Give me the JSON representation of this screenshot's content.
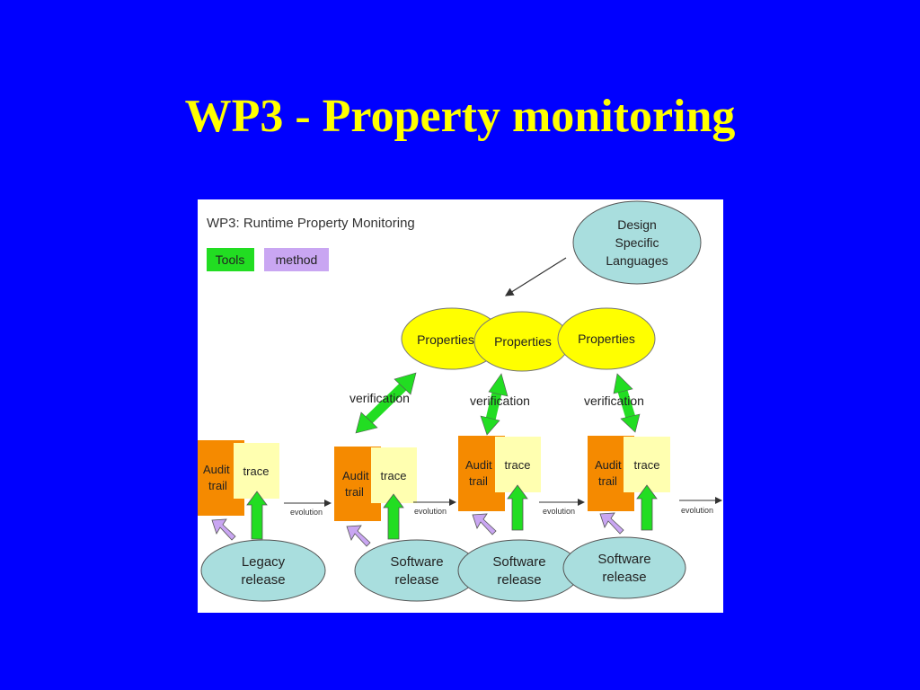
{
  "slide": {
    "title": "WP3 - Property monitoring"
  },
  "diagram": {
    "title": "WP3: Runtime Property Monitoring",
    "legend": {
      "tools_label": "Tools",
      "method_label": "method",
      "tools_color": "#22dd22",
      "method_color": "#c9a6f2"
    },
    "dsl_bubble": {
      "lines": [
        "Design",
        "Specific",
        "Languages"
      ],
      "color": "#a9dede"
    },
    "properties": {
      "labels": [
        "Properties",
        "Properties",
        "Properties"
      ],
      "color": "#ffff00"
    },
    "verification_labels": [
      "verification",
      "verification",
      "verification"
    ],
    "audit": {
      "lines": [
        "Audit",
        "trail"
      ],
      "color": "#f58a00"
    },
    "trace": {
      "label": "trace",
      "color": "#ffffb0"
    },
    "evolution_labels": [
      "evolution",
      "evolution",
      "evolution",
      "evolution"
    ],
    "releases": [
      {
        "line1": "Legacy",
        "line2": "release"
      },
      {
        "line1": "Software",
        "line2": "release"
      },
      {
        "line1": "Software",
        "line2": "release"
      },
      {
        "line1": "Software",
        "line2": "release"
      }
    ],
    "release_color": "#a9dede",
    "arrow_color": "#22dd22"
  }
}
